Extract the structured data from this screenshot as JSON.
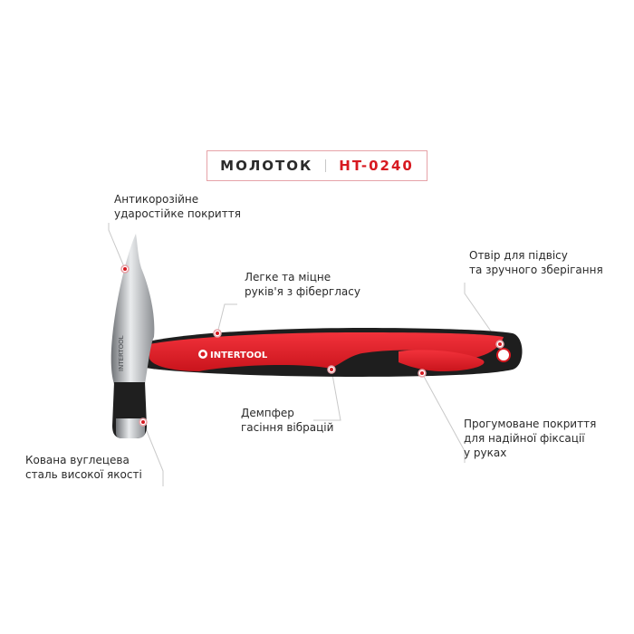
{
  "title": {
    "name": "МОЛОТОК",
    "separator": "|",
    "code": "HT-0240"
  },
  "brand": "INTERTOOL",
  "callouts": {
    "coating": [
      "Антикорозійне",
      "ударостійке покриття"
    ],
    "handle": [
      "Легке та міцне",
      "руків'я з фібергласу"
    ],
    "hole": [
      "Отвір для підвісу",
      "та зручного зберігання"
    ],
    "damper": [
      "Демпфер",
      "гасіння вібрацій"
    ],
    "grip": [
      "Прогумоване покриття",
      "для надійної фіксації",
      "у руках"
    ],
    "steel": [
      "Кована вуглецева",
      "сталь високої якості"
    ]
  },
  "colors": {
    "accent": "#d71920",
    "handle_red": "#e8202a",
    "handle_black": "#1e1e1e",
    "steel": "#b9bcc0",
    "leader": "#c9c9c9"
  }
}
